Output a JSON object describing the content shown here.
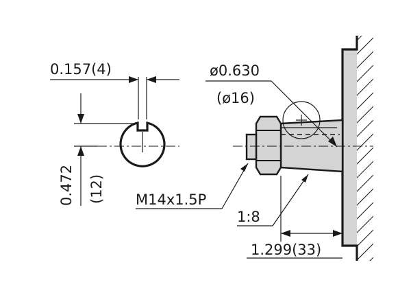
{
  "dimensions": {
    "key_width": "0.157(4)",
    "shaft_diameter_in": "ø0.630",
    "shaft_diameter_mm": "(ø16)",
    "key_height_in": "0.472",
    "key_height_mm": "(12)",
    "thread_spec": "M14x1.5P",
    "taper_ratio": "1:8",
    "shaft_length": "1.299(33)"
  }
}
